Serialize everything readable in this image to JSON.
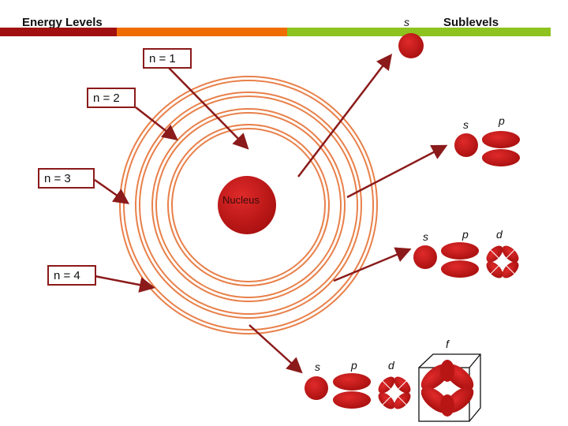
{
  "header": {
    "left_title": "Energy Levels",
    "right_title": "Sublevels",
    "s_label": "s",
    "bar_colors": [
      "#a01010",
      "#ef6c00",
      "#8dc21f"
    ]
  },
  "levels": [
    "n = 1",
    "n = 2",
    "n = 3",
    "n = 4"
  ],
  "nucleus": "Nucleus",
  "sublevel_letters": {
    "s": "s",
    "p": "p",
    "d": "d",
    "f": "f"
  },
  "colors": {
    "orbit": "#e8804a",
    "arrow": "#8b1a1a",
    "orbital": "#c81818",
    "nucleus": "#c41a1a"
  }
}
